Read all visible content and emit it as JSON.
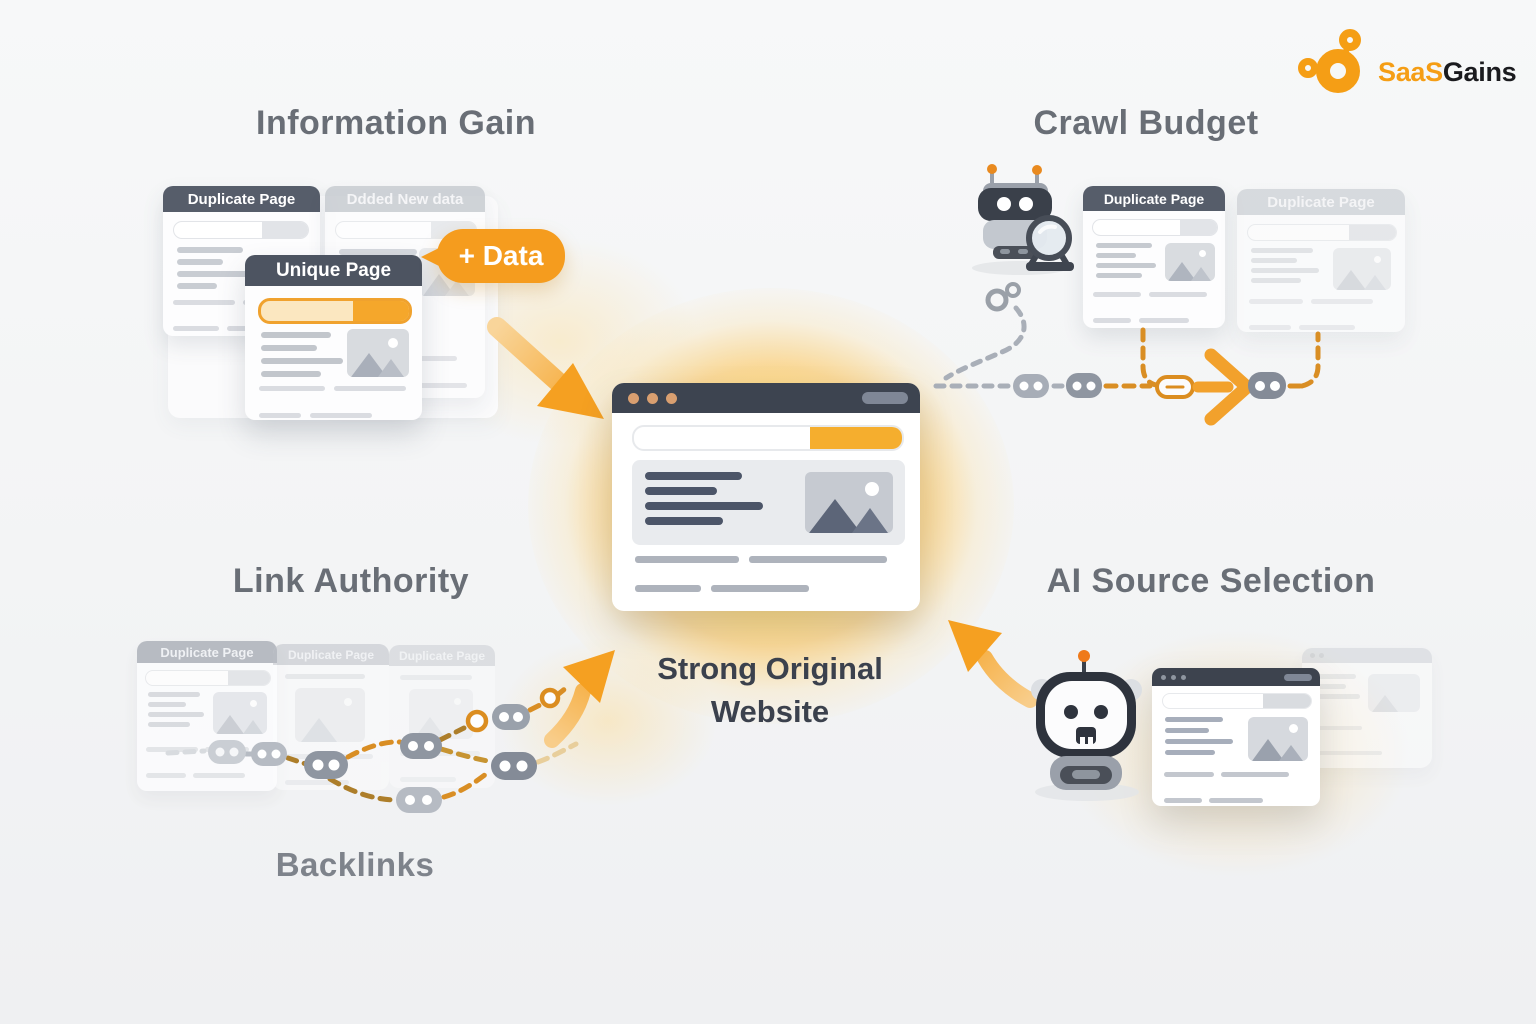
{
  "logo": {
    "brand_primary": "SaaS",
    "brand_secondary": "Gains"
  },
  "titles": {
    "information_gain": "Information Gain",
    "crawl_budget": "Crawl Budget",
    "link_authority": "Link Authority",
    "ai_source_selection": "AI Source Selection",
    "backlinks": "Backlinks"
  },
  "center": {
    "line1": "Strong Original",
    "line2": "Website"
  },
  "badge": {
    "plus_data": "+ Data"
  },
  "cards": {
    "info_duplicate": "Duplicate Page",
    "info_new_data": "Ddded New data",
    "info_unique": "Unique Page",
    "crawl_duplicate_1": "Duplicate Page",
    "crawl_duplicate_2": "Duplicate Page",
    "link_duplicate_1": "Duplicate Page",
    "link_duplicate_2": "Duplicate Page",
    "link_duplicate_3": "Duplicate Page"
  },
  "colors": {
    "accent_orange": "#F5A021",
    "dark_slate": "#3D4450",
    "header_slate": "#565D6A",
    "title_gray": "#696E76",
    "background": "#F3F4F5"
  }
}
